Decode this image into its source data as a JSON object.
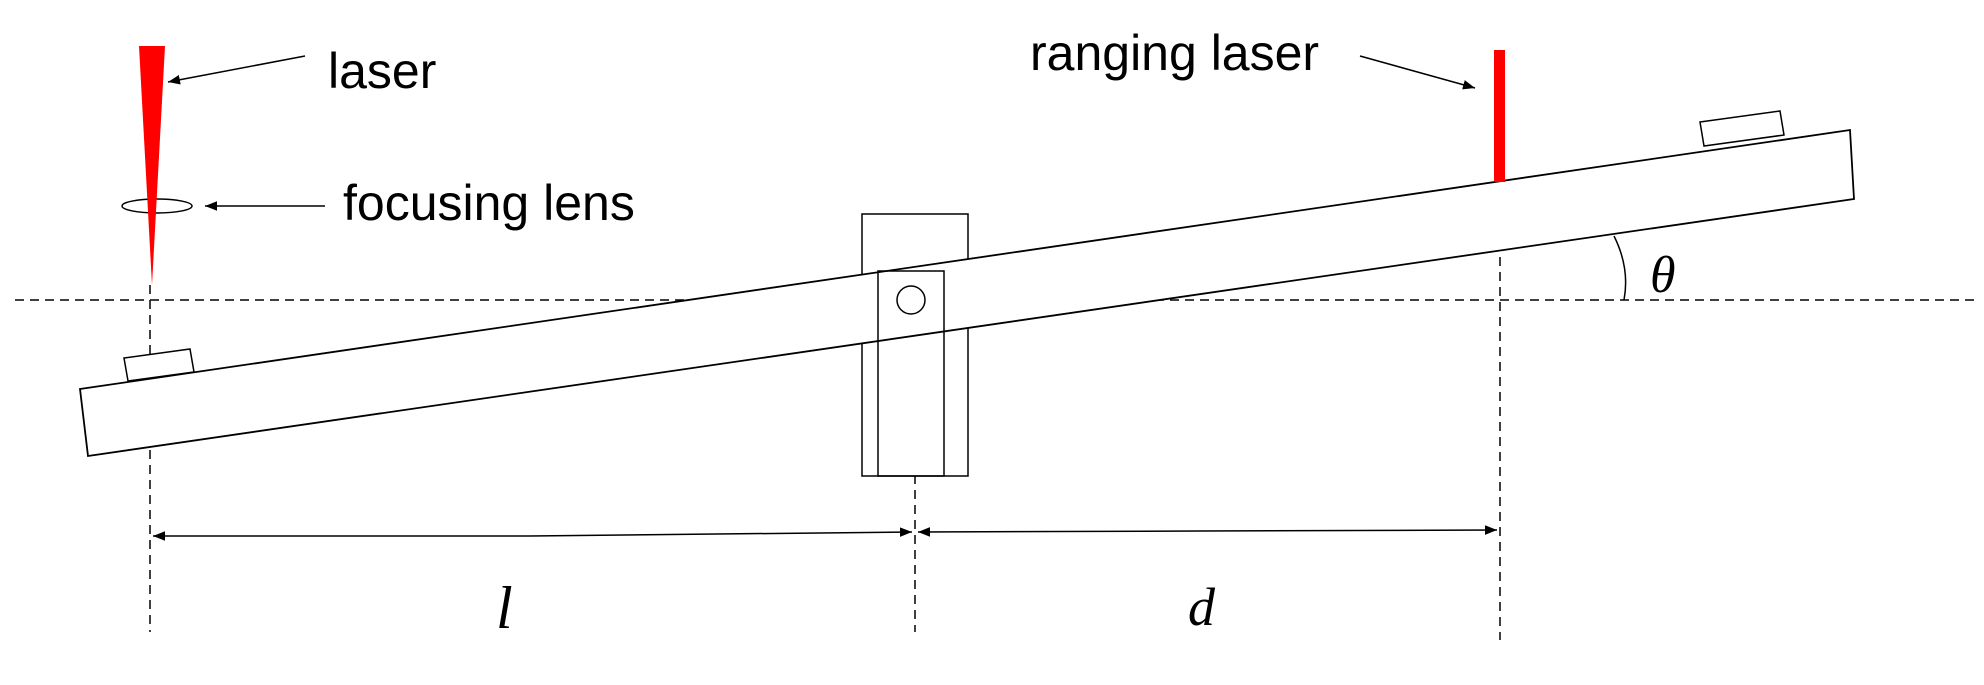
{
  "labels": {
    "laser": "laser",
    "focusing_lens": "focusing lens",
    "ranging_laser": "ranging laser",
    "l": "l",
    "d": "d",
    "theta": "θ"
  },
  "colors": {
    "laser": "#ff0000",
    "line": "#000000",
    "background": "#ffffff"
  }
}
